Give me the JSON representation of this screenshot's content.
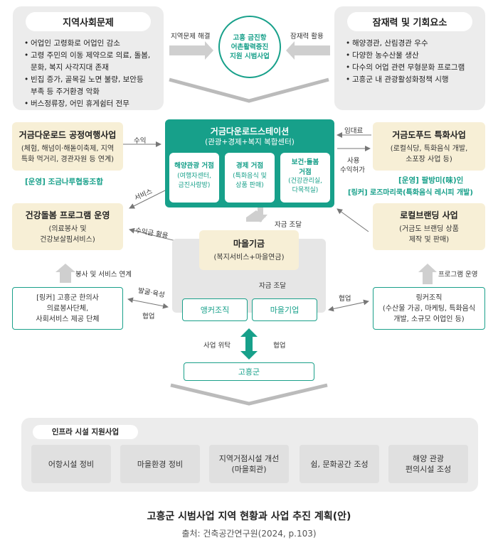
{
  "problems": {
    "title": "지역사회문제",
    "items": [
      "어업인 고령화로 어업인 감소",
      "고령 주민의 이동 제약으로 의료, 돌봄,",
      "문화, 복지 사각지대 존재",
      "빈집 증가, 골목길 노면 불량, 보안등",
      "부족 등 주거환경 악화",
      "버스정류장, 어민 휴게쉼터 전무"
    ]
  },
  "potential": {
    "title": "잠재력 및 기회요소",
    "items": [
      "해양경관, 산림경관 우수",
      "다양한 농수산물 생산",
      "다수의 어업 관련 무형문화 프로그램",
      "고흥군 내 관광활성화정책 시행"
    ]
  },
  "project_circle": {
    "line1": "고흥 금진항",
    "line2": "어촌활력증진",
    "line3": "지원 시범사업"
  },
  "labels": {
    "problem_resolve": "지역문제 해결",
    "potential_use": "잠재력 활용",
    "revenue": "수익",
    "lease": "임대료",
    "use": "사용",
    "revenue_share": "수익허가",
    "service": "서비스",
    "profit_use": "수익금 활용",
    "fund_raise1": "자금 조달",
    "fund_raise2": "자금 조달",
    "volunteer_link": "봉사 및 서비스 연계",
    "discover": "발굴·육성",
    "cooperate_left": "협업",
    "cooperate_right": "협업",
    "program_run": "프로그램 운영",
    "commission": "사업 위탁",
    "cooperate_bottom": "협업"
  },
  "station": {
    "title": "거금다운로드스테이션",
    "subtitle": "(관광+경제+복지 복합센터)",
    "subs": [
      {
        "title": "해양관광 거점",
        "desc1": "(여행자센터,",
        "desc2": "금진사랑방)"
      },
      {
        "title": "경제 거점",
        "desc1": "(특화음식 및",
        "desc2": "상품 판매)"
      },
      {
        "title": "보건·돌봄",
        "title2": "거점",
        "desc1": "(건강관리실,",
        "desc2": "다목적실)"
      }
    ]
  },
  "fair_travel": {
    "title": "거금다운로드 공정여행사업",
    "desc1": "(체험, 해넘이·해돋이축제, 지역",
    "desc2": "특화 먹거리, 경관자원 등 연계)",
    "operator": "[운영] 조금나루협동조합"
  },
  "food": {
    "title": "거금도푸드 특화사업",
    "desc1": "(로컬식당, 특화음식 개발,",
    "desc2": "소포장 사업 등)",
    "operator": "[운영] 팔방미(味)인",
    "linker": "[링커] 로즈마리쿡(특화음식 레시피 개발)"
  },
  "health": {
    "title": "건강돌봄 프로그램 운영",
    "desc1": "(의료봉사 및",
    "desc2": "건강보살핌서비스)"
  },
  "branding": {
    "title": "로컬브랜딩 사업",
    "desc1": "(거금도 브랜딩 상품",
    "desc2": "제작 및 판매)"
  },
  "fund": {
    "title": "마을기금",
    "desc": "(복지서비스+마을연금)"
  },
  "anchor": {
    "label": "앵커조직"
  },
  "village_corp": {
    "label": "마을기업"
  },
  "linker_left": {
    "line1": "[링커] 고흥군 한의사",
    "line2": "의료봉사단체,",
    "line3": "사회서비스 제공 단체"
  },
  "linker_right": {
    "line1": "링커조직",
    "line2": "(수산물 가공, 마케팅, 특화음식",
    "line3": "개발, 소규모 어업인 등)"
  },
  "county": {
    "label": "고흥군"
  },
  "infra": {
    "title": "인프라 시설 지원사업",
    "items": [
      {
        "line1": "어항시설 정비"
      },
      {
        "line1": "마을환경 정비"
      },
      {
        "line1": "지역거점시설 개선",
        "line2": "(마을회관)"
      },
      {
        "line1": "쉼, 문화공간 조성"
      },
      {
        "line1": "해양 관광",
        "line2": "편의시설 조성"
      }
    ]
  },
  "caption": {
    "title": "고흥군 시범사업 지역 현황과 사업 추진 계획(안)",
    "source": "출처: 건축공간연구원(2024, p.103)"
  },
  "colors": {
    "teal": "#17a08a",
    "cream": "#f7efd6",
    "gray": "#ececec"
  }
}
